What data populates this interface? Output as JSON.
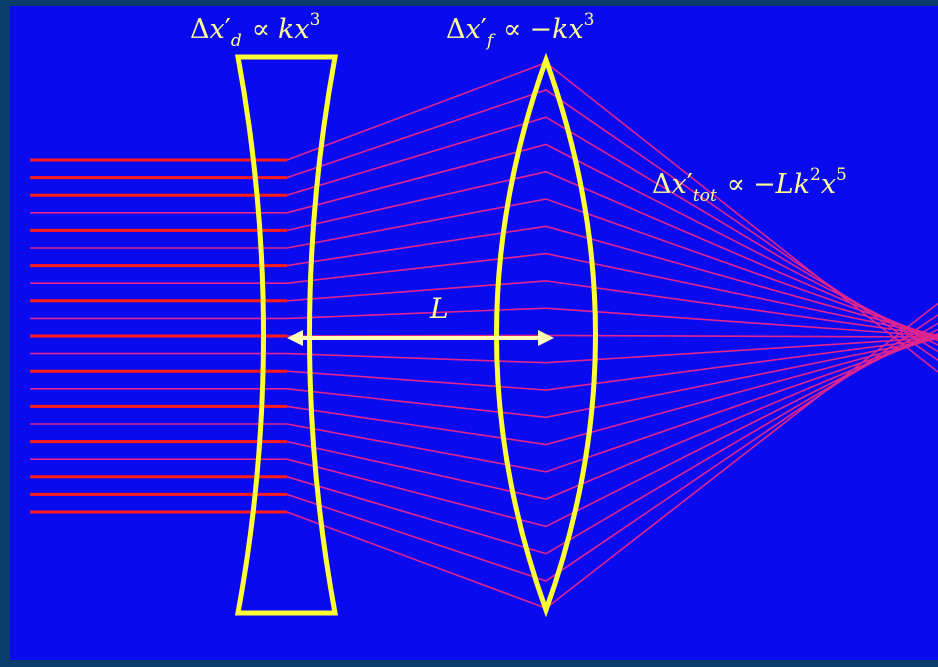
{
  "diagram": {
    "labels": {
      "diverging": {
        "delta": "Δ",
        "var": "x",
        "prime": "′",
        "sub": "d",
        "rel": "∝",
        "coef": "kx",
        "exp": "3"
      },
      "focusing": {
        "delta": "Δ",
        "var": "x",
        "prime": "′",
        "sub": "f",
        "rel": "∝",
        "coef": "−kx",
        "exp": "3"
      },
      "total": {
        "delta": "Δ",
        "var": "x",
        "prime": "′",
        "sub": "tot",
        "rel": "∝",
        "coef1": "−Lk",
        "exp1": "2",
        "coef2": "x",
        "exp2": "5"
      },
      "separation": "L"
    },
    "colors": {
      "background": "#0a0aef",
      "border": "#0b3d6b",
      "lens": "#ffff33",
      "ray_incoming": "#ff1a1a",
      "ray_traced": "#e0248f",
      "arrow": "#ffffb3",
      "text": "#ffff99"
    }
  }
}
